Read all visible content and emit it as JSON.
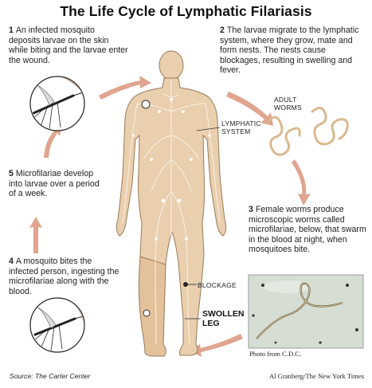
{
  "title": "The Life Cycle of Lymphatic Filariasis",
  "steps": [
    {
      "num": "1",
      "text": "An infected mosquito deposits larvae on the skin while biting and the larvae enter the wound."
    },
    {
      "num": "2",
      "text": "The larvae migrate to the lymphatic system, where they grow, mate and form nests. The nests cause blockages, resulting in swelling and fever."
    },
    {
      "num": "3",
      "text": "Female worms produce microscopic worms called microfilariae, below, that swarm in the blood at night, when mosquitoes bite."
    },
    {
      "num": "4",
      "text": "A mosquito bites the infected person, ingesting the microfilariae along with the blood."
    },
    {
      "num": "5",
      "text": "Microfilariae develop into larvae over a period of a week."
    }
  ],
  "labels": {
    "adult_worms_1": "ADULT",
    "adult_worms_2": "WORMS",
    "lymphatic_1": "LYMPHATIC",
    "lymphatic_2": "SYSTEM",
    "blockage": "BLOCKAGE",
    "swollen_1": "SWOLLEN",
    "swollen_2": "LEG"
  },
  "photo_credit": "Photo from C.D.C.",
  "source": "Source: The Carter Center",
  "artist_credit": "Al Granberg/The New York Times",
  "colors": {
    "body_fill": "#e9cfae",
    "body_stroke": "#9a7a58",
    "arrow": "#e0a48f",
    "worm": "#d9b98e"
  }
}
